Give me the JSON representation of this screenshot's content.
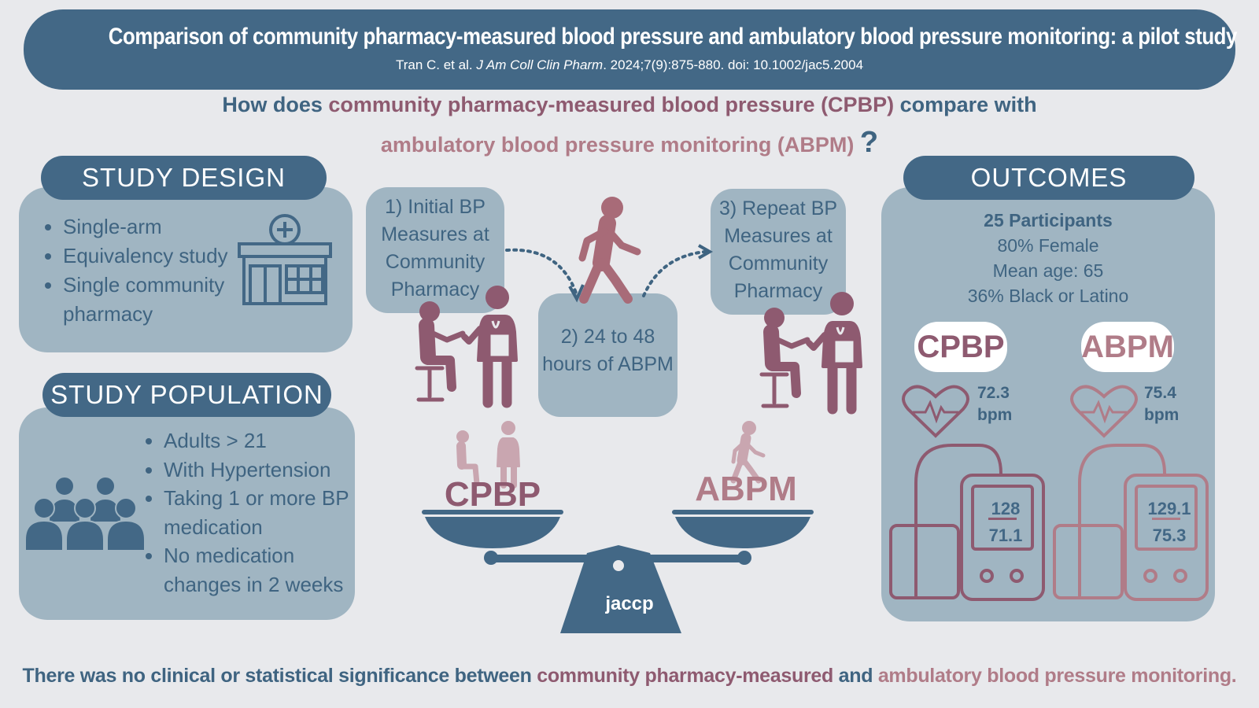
{
  "header": {
    "title": "Comparison of community pharmacy-measured blood pressure and ambulatory blood pressure monitoring: a pilot study",
    "cite_pre": "Tran C. et al. ",
    "cite_journal": "J Am Coll Clin Pharm",
    "cite_post": ". 2024;7(9):875-880. doi: 10.1002/jac5.2004"
  },
  "question": {
    "part1": "How does ",
    "part2": "community pharmacy-measured blood pressure (CPBP)",
    "part3": " compare with",
    "part4": "ambulatory blood pressure monitoring (ABPM)",
    "mark": "?"
  },
  "study_design": {
    "title": "STUDY DESIGN",
    "items": [
      "Single-arm",
      "Equivalency study",
      "Single community pharmacy"
    ]
  },
  "study_population": {
    "title": "STUDY POPULATION",
    "items": [
      "Adults > 21",
      "With Hypertension",
      "Taking 1 or more BP medication",
      "No medication changes in 2 weeks"
    ]
  },
  "steps": {
    "step1": "1) Initial BP Measures at Community Pharmacy",
    "step2": "2) 24 to 48 hours of ABPM",
    "step3": "3) Repeat BP Measures at Community Pharmacy"
  },
  "scale": {
    "left_label": "CPBP",
    "right_label": "ABPM",
    "logo": "jaccp"
  },
  "outcomes": {
    "title": "OUTCOMES",
    "participants": "25 Participants",
    "female": "80% Female",
    "age": "Mean age: 65",
    "ethnicity": "36% Black or Latino",
    "cpbp": {
      "label": "CPBP",
      "hr": "72.3",
      "unit": "bpm",
      "sys": "128",
      "dia": "71.1"
    },
    "abpm": {
      "label": "ABPM",
      "hr": "75.4",
      "unit": "bpm",
      "sys": "129.1",
      "dia": "75.3"
    }
  },
  "footer": {
    "part1": "There was no clinical or statistical significance between ",
    "part2": "community pharmacy-measured",
    "part3": " and ",
    "part4": "ambulatory blood pressure monitoring."
  },
  "colors": {
    "blue": "#436886",
    "panel": "#a0b5c2",
    "mauve": "#8e5a70",
    "rose": "#b07c88"
  }
}
